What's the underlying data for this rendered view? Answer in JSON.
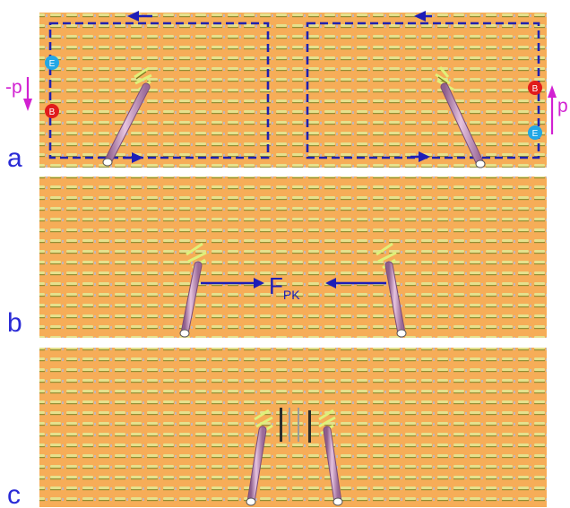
{
  "panels": [
    {
      "letter": "a",
      "color": "#2a2ad6"
    },
    {
      "letter": "b",
      "color": "#2a2ad6"
    },
    {
      "letter": "c",
      "color": "#2a2ad6"
    }
  ],
  "panel_a": {
    "left_moment_label": "-p",
    "right_moment_label": "p",
    "marker_e": "E",
    "marker_b": "B"
  },
  "panel_b": {
    "force_main": "F",
    "force_sub": "PK"
  },
  "colors": {
    "slab": "#f6ad58",
    "arrow_blue": "#1d1db8",
    "loop_blue": "#2020b0",
    "moment_magenta": "#d221d2",
    "marker_blue": "#22a7e6",
    "marker_red": "#e11b1b",
    "tube": "#bb88b0"
  }
}
